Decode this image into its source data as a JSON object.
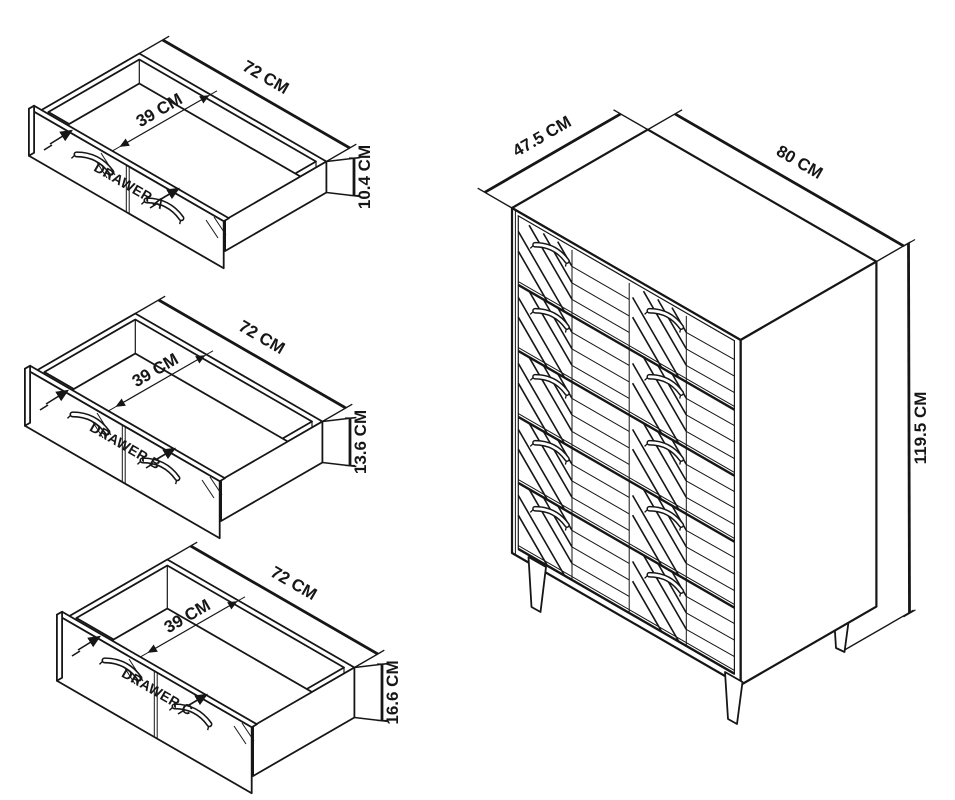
{
  "drawer_a": {
    "label": "DRAWER A",
    "width": "72 CM",
    "depth": "39 CM",
    "height": "10.4 CM"
  },
  "drawer_b": {
    "label": "DRAWER B",
    "width": "72 CM",
    "depth": "39 CM",
    "height": "13.6 CM"
  },
  "drawer_c": {
    "label": "DRAWER C",
    "width": "72 CM",
    "depth": "39 CM",
    "height": "16.6 CM"
  },
  "cabinet": {
    "depth": "47.5 CM",
    "width": "80 CM",
    "height": "119.5 CM"
  },
  "colors": {
    "line": "#161616",
    "background": "#ffffff"
  }
}
